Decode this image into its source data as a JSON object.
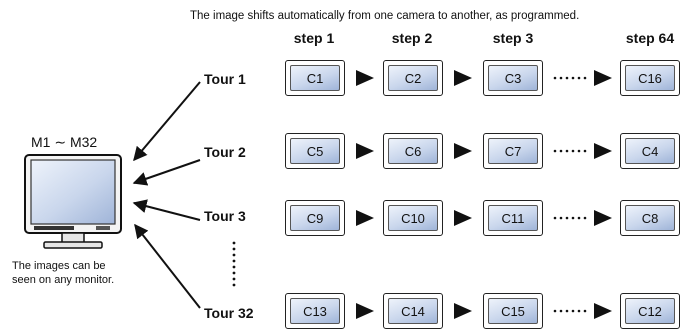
{
  "caption": "The image shifts automatically from one camera to another, as programmed.",
  "steps": [
    "step 1",
    "step 2",
    "step 3",
    "step 64"
  ],
  "tours": [
    {
      "label": "Tour 1",
      "cameras": [
        "C1",
        "C2",
        "C3",
        "C16"
      ]
    },
    {
      "label": "Tour 2",
      "cameras": [
        "C5",
        "C6",
        "C7",
        "C4"
      ]
    },
    {
      "label": "Tour 3",
      "cameras": [
        "C9",
        "C10",
        "C11",
        "C8"
      ]
    },
    {
      "label": "Tour 32",
      "cameras": [
        "C13",
        "C14",
        "C15",
        "C12"
      ]
    }
  ],
  "monitor_label": "M1 ∼ M32",
  "monitor_note": [
    "The images can be",
    "seen on any monitor."
  ],
  "colors": {
    "screen": "#c9d6ec",
    "line": "#111111"
  }
}
